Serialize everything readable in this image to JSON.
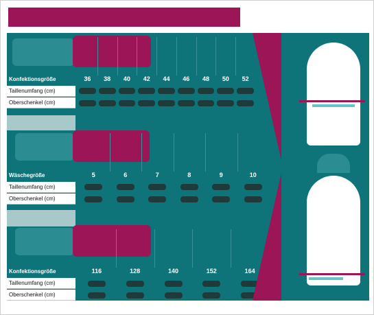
{
  "sections": [
    {
      "header_label": "Konfektionsgröße",
      "sizes": [
        "36",
        "38",
        "40",
        "42",
        "44",
        "46",
        "48",
        "50",
        "52"
      ],
      "rows": [
        "Taillenumfang (cm)",
        "Oberschenkel (cm)"
      ]
    },
    {
      "header_label": "Wäschegröße",
      "sizes": [
        "5",
        "6",
        "7",
        "8",
        "9",
        "10"
      ],
      "rows": [
        "Taillenumfang (cm)",
        "Oberschenkel (cm)"
      ]
    },
    {
      "header_label": "Konfektionsgröße",
      "sizes": [
        "116",
        "128",
        "140",
        "152",
        "164"
      ],
      "rows": [
        "Taillenumfang (cm)",
        "Oberschenkel (cm)"
      ]
    }
  ],
  "colors": {
    "magenta": "#9c1557",
    "teal": "#0f7479",
    "teal_light": "#2b8c92"
  }
}
